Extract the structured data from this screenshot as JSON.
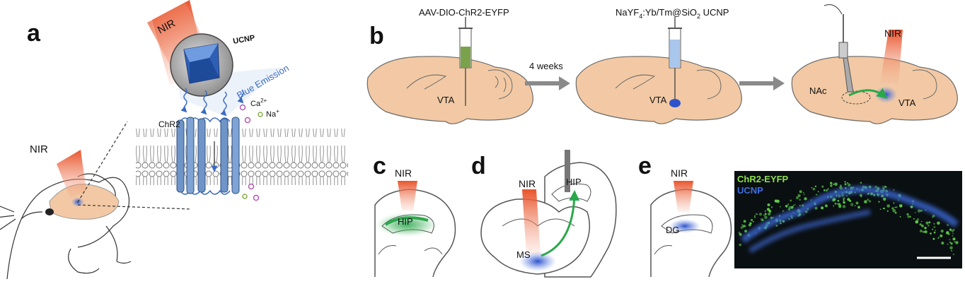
{
  "panels": {
    "a": {
      "letter": "a",
      "nir_top": "NIR",
      "nir_mouse": "NIR",
      "ucnp": "UCNP",
      "blue_emission": "Blue Emission",
      "chr2": "ChR2",
      "ca": "Ca",
      "ca_sup": "2+",
      "na": "Na",
      "na_sup": "+"
    },
    "b": {
      "letter": "b",
      "aav": "AAV-DIO-ChR2-EYFP",
      "weeks": "4 weeks",
      "ucnp_pre": "NaYF",
      "ucnp_sub4": "4",
      "ucnp_mid": ":Yb/Tm@SiO",
      "ucnp_sub2": "2",
      "ucnp_post": " UCNP",
      "vta1": "VTA",
      "vta2": "VTA",
      "vta3": "VTA",
      "nac": "NAc",
      "nir": "NIR"
    },
    "c": {
      "letter": "c",
      "nir": "NIR",
      "hip": "HIP"
    },
    "d": {
      "letter": "d",
      "nir": "NIR",
      "hip": "HIP",
      "ms": "MS"
    },
    "e": {
      "letter": "e",
      "nir": "NIR",
      "dg": "DG",
      "legend_chr2": "ChR2-EYFP",
      "legend_ucnp": "UCNP"
    }
  },
  "colors": {
    "brain": "#f2c9a4",
    "brain_stroke": "#6b6b6b",
    "nir": "#e8542c",
    "channel": "#6e94c8",
    "ucnp_shell": "#9a9a9a",
    "ucnp_core": "#2f5fb5",
    "green": "#2aa84a",
    "blue_spot": "#3a5fd0",
    "micro_bg": "#0a0f12",
    "legend_green": "#8fe04a",
    "legend_blue": "#3f6ee0"
  }
}
